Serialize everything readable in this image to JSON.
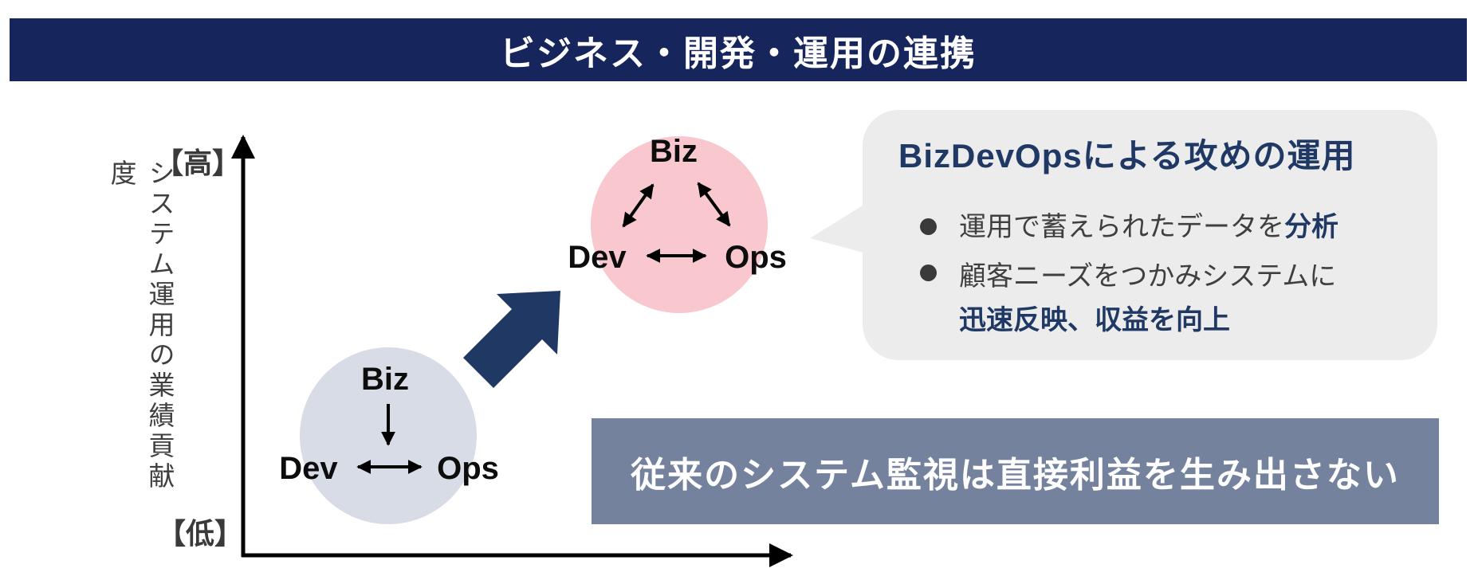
{
  "title_bar": {
    "text": "ビジネス・開発・運用の連携"
  },
  "y_axis": {
    "label": "システム運用の業績貢献度",
    "high": "【高】",
    "low": "【低】"
  },
  "clusters": {
    "legacy": {
      "biz": "Biz",
      "dev": "Dev",
      "ops": "Ops"
    },
    "bizdevops": {
      "biz": "Biz",
      "dev": "Dev",
      "ops": "Ops"
    }
  },
  "callout": {
    "title": "BizDevOpsによる攻めの運用",
    "bullets": [
      {
        "normal": "運用で蓄えられたデータを",
        "emphasis": "分析"
      },
      {
        "normal": "顧客ニーズをつかみシステムに",
        "emphasis": "迅速反映、収益を向上"
      }
    ]
  },
  "bottom_banner": {
    "text": "従来のシステム監視は直接利益を生み出さない"
  },
  "colors": {
    "title_banner_navy": "#16265c",
    "accent_navy": "#1f3864",
    "bizdevops_pink": "#f9c8ce",
    "legacy_gray": "#d8dce6",
    "callout_gray": "#ececec",
    "bottom_banner_slate": "#75829e",
    "axis_black": "#000000",
    "body_text_gray": "#3f3f3f"
  }
}
